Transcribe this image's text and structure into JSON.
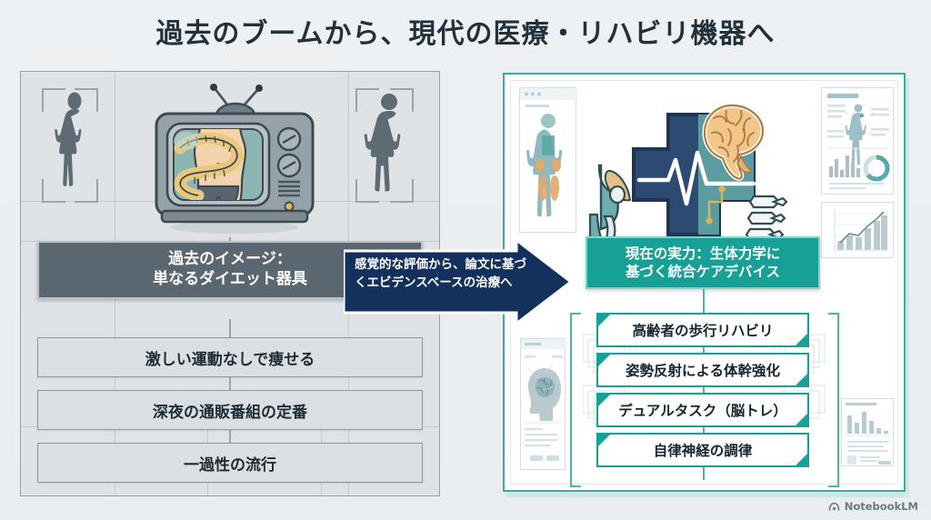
{
  "title": "過去のブームから、現代の医療・リハビリ機器へ",
  "left_panel": {
    "illustration_name": "retro-tv-with-measuring-tape",
    "silhouette_left": "female-body-silhouette",
    "silhouette_right": "male-body-silhouette",
    "header": "過去のイメージ：\n単なるダイエット器具",
    "header_line1": "過去のイメージ：",
    "header_line2": "単なるダイエット器具",
    "items": [
      "激しい運動なしで痩せる",
      "深夜の通販番組の定番",
      "一過性の流行"
    ]
  },
  "arrow": {
    "line1": "感覚的な評価から、論文に基づ",
    "line2": "くエビデンスベースの治療へ",
    "color": "#14305c"
  },
  "right_panel": {
    "illustration_name": "medical-cross-brain-knee-spine",
    "cards": [
      "anatomy-muscle-figure-card",
      "anatomy-infographic-card",
      "growth-bar-chart-card",
      "brain-head-scan-card",
      "bar-chart-report-card"
    ],
    "header_line1": "現在の実力：生体力学に",
    "header_line2": "基づく統合ケアデバイス",
    "items": [
      "高齢者の歩行リハビリ",
      "姿勢反射による体幹強化",
      "デュアルタスク（脳トレ）",
      "自律神経の調律"
    ]
  },
  "watermark": {
    "label": "NotebookLM",
    "icon": "notebooklm-logo-icon"
  },
  "colors": {
    "accent_teal": "#17a198",
    "accent_navy": "#14305c",
    "left_header_gray": "#5a6770",
    "page_bg": "#eceff1"
  }
}
